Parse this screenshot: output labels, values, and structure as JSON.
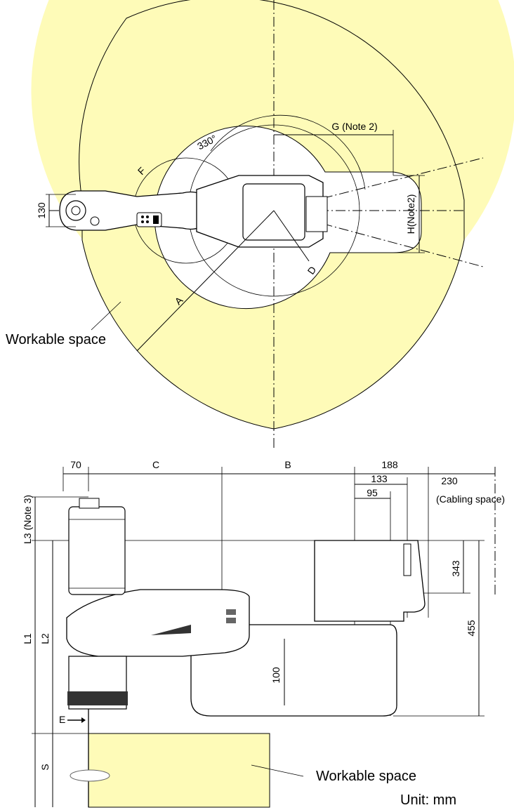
{
  "colors": {
    "workspace_fill": "#fefbb8",
    "robot_fill": "#ffffff",
    "robot_shade": "#d9d9d9",
    "line": "#000000"
  },
  "top_view": {
    "label_130": "130",
    "label_F": "F",
    "label_330": "330°",
    "label_G": "G (Note 2)",
    "label_H": "H(Note2)",
    "label_A": "A",
    "label_D": "D",
    "workspace_label": "Workable space"
  },
  "side_view": {
    "label_70": "70",
    "label_C": "C",
    "label_B": "B",
    "label_188": "188",
    "label_133": "133",
    "label_230": "230",
    "label_cabling": "(Cabling space)",
    "label_95": "95",
    "label_L3": "L3 (Note 3)",
    "label_L1": "L1",
    "label_L2": "L2",
    "label_343": "343",
    "label_455": "455",
    "label_100": "100",
    "label_E": "E",
    "label_S": "S",
    "workspace_label": "Workable space",
    "unit": "Unit: mm"
  }
}
